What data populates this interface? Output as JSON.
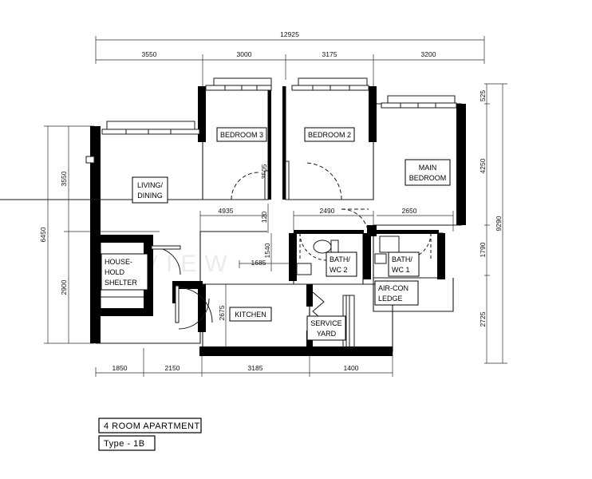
{
  "drawing": {
    "type": "architectural-floor-plan",
    "title_block": {
      "line1": "4 ROOM APARTMENT",
      "line2": "Type - 1B"
    },
    "watermark": "VIEW"
  },
  "rooms": [
    {
      "id": "bedroom3",
      "label_lines": [
        "BEDROOM 3"
      ]
    },
    {
      "id": "bedroom2",
      "label_lines": [
        "BEDROOM 2"
      ]
    },
    {
      "id": "mainbed",
      "label_lines": [
        "MAIN",
        "BEDROOM"
      ]
    },
    {
      "id": "living",
      "label_lines": [
        "LIVING/",
        "DINING"
      ]
    },
    {
      "id": "shelter",
      "label_lines": [
        "HOUSE-",
        "HOLD",
        "SHELTER"
      ]
    },
    {
      "id": "bathwc2",
      "label_lines": [
        "BATH/",
        "WC 2"
      ]
    },
    {
      "id": "bathwc1",
      "label_lines": [
        "BATH/",
        "WC 1"
      ]
    },
    {
      "id": "aircon",
      "label_lines": [
        "AIR-CON",
        "LEDGE"
      ]
    },
    {
      "id": "kitchen",
      "label_lines": [
        "KITCHEN"
      ]
    },
    {
      "id": "serviceyard",
      "label_lines": [
        "SERVICE",
        "YARD"
      ]
    }
  ],
  "dimensions": {
    "top_overall": "12925",
    "top_segments": [
      "3550",
      "3000",
      "3175",
      "3200"
    ],
    "bottom_segments": [
      "1850",
      "2150",
      "3185",
      "1400"
    ],
    "left_overall": "6450",
    "left_segments": [
      "3550",
      "2900"
    ],
    "right_overall": "9290",
    "right_segments": [
      "525",
      "4250",
      "1790",
      "2725"
    ],
    "interior": [
      "3505",
      "4935",
      "120",
      "2490",
      "2650",
      "1540",
      "1685",
      "2675"
    ]
  },
  "colors": {
    "wall_fill": "#000000",
    "line": "#1a1a1a",
    "background": "#ffffff",
    "watermark": "#e9e9e9"
  }
}
